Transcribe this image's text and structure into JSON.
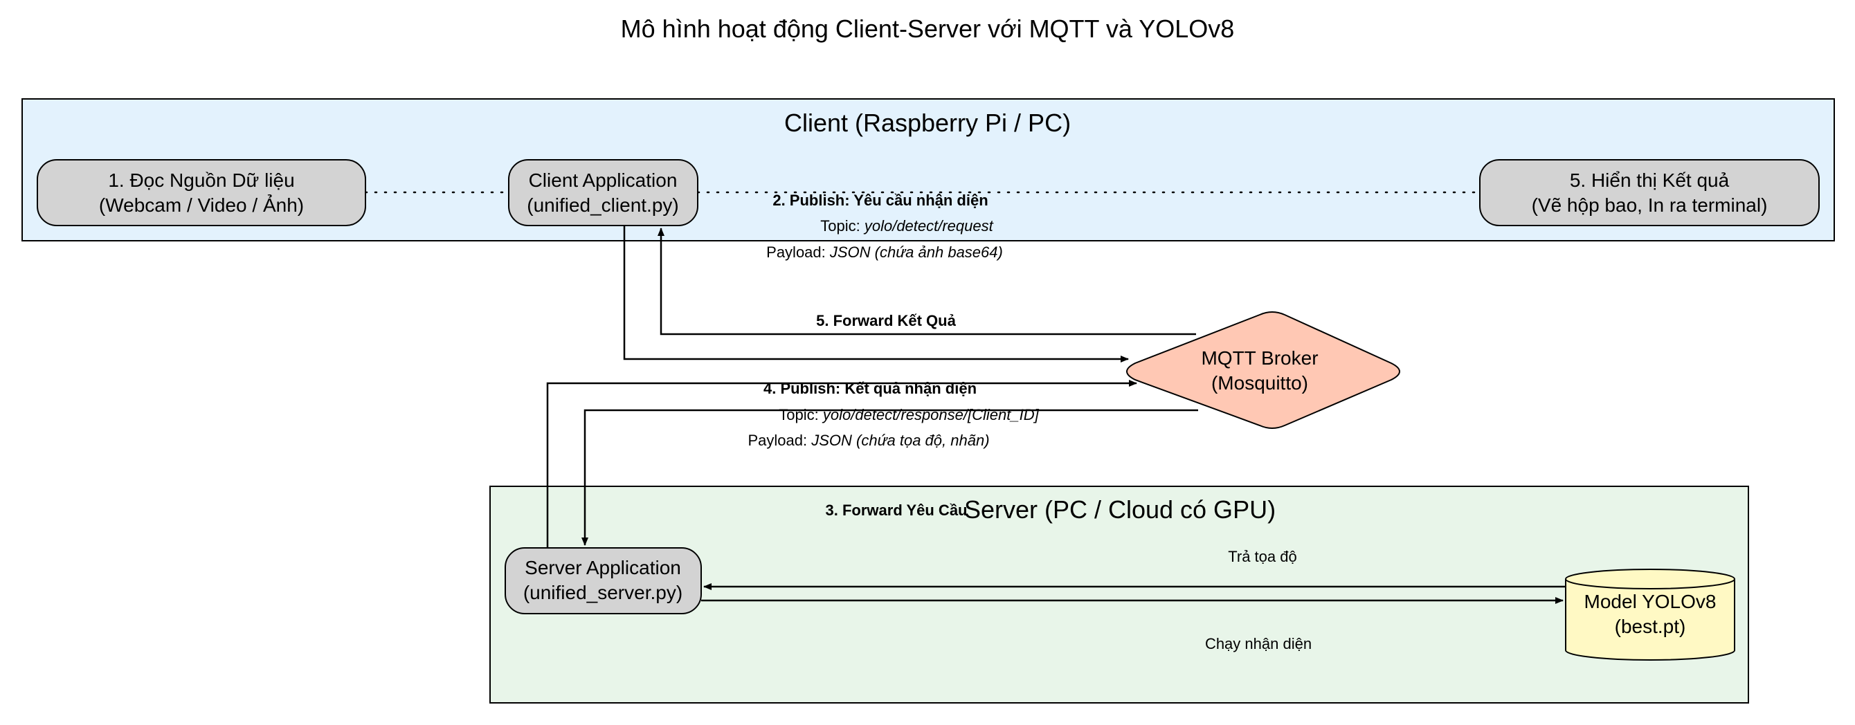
{
  "title": "Mô hình hoạt động Client-Server với MQTT và YOLOv8",
  "colors": {
    "client_bg": "#e3f2fd",
    "server_bg": "#e8f5e9",
    "node_gray": "#d3d3d3",
    "broker": "#ffc8b4",
    "model": "#fff9c4"
  },
  "clusters": {
    "client": {
      "label": "Client (Raspberry Pi / PC)"
    },
    "server": {
      "label": "Server (PC / Cloud có GPU)"
    }
  },
  "nodes": {
    "read_source": {
      "line1": "1. Đọc Nguồn Dữ liệu",
      "line2": "(Webcam / Video / Ảnh)"
    },
    "client_app": {
      "line1": "Client Application",
      "line2": "(unified_client.py)"
    },
    "display": {
      "line1": "5. Hiển thị Kết quả",
      "line2": "(Vẽ hộp bao, In ra terminal)"
    },
    "broker": {
      "line1": "MQTT Broker",
      "line2": "(Mosquitto)"
    },
    "server_app": {
      "line1": "Server Application",
      "line2": "(unified_server.py)"
    },
    "model": {
      "line1": "Model YOLOv8",
      "line2": "(best.pt)"
    }
  },
  "edges": {
    "publish_request": {
      "title": "2. Publish: Yêu cầu nhận diện",
      "topic_prefix": "Topic: ",
      "topic": "yolo/detect/request",
      "payload_prefix": "Payload: ",
      "payload": "JSON (chứa ảnh base64)"
    },
    "forward_result": {
      "title": "5. Forward Kết Quả"
    },
    "publish_result": {
      "title": "4. Publish: Kết quả nhận diện",
      "topic_prefix": "Topic: ",
      "topic": "yolo/detect/response/[Client_ID]",
      "payload_prefix": "Payload: ",
      "payload": "JSON (chứa tọa độ, nhãn)"
    },
    "forward_request": {
      "title": "3. Forward Yêu Cầu"
    },
    "return_coords": {
      "title": "Trả tọa độ"
    },
    "run_detection": {
      "title": "Chạy nhận diện"
    }
  }
}
